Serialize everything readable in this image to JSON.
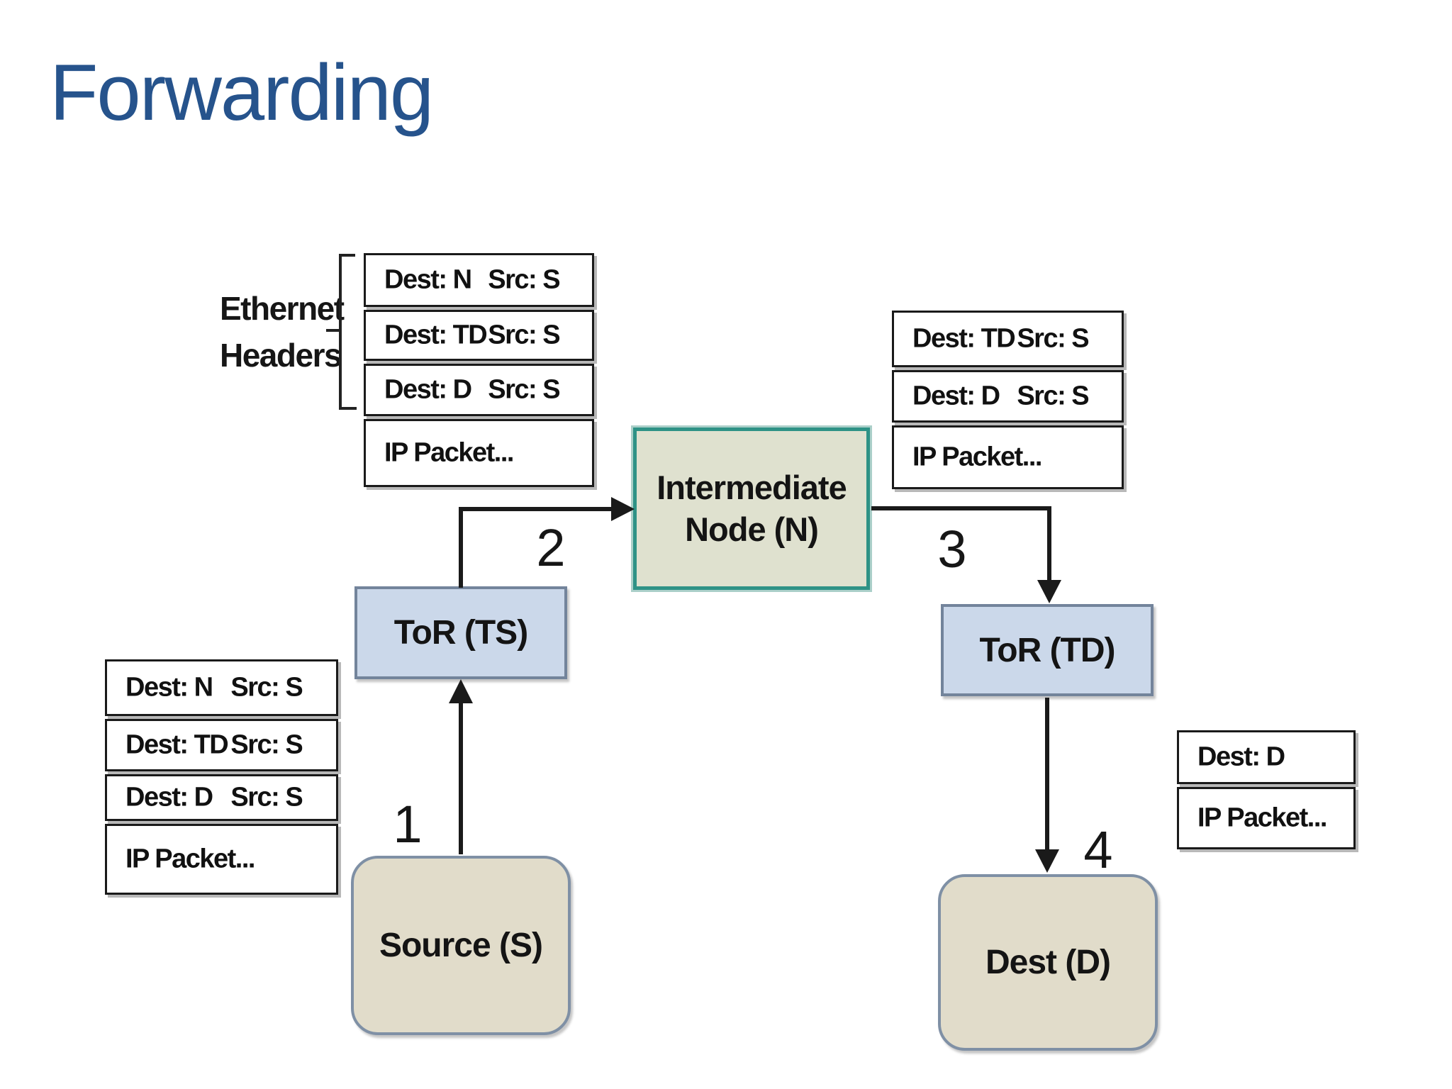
{
  "title": "Forwarding",
  "colors": {
    "title_blue": "#26538C",
    "tor_fill": "#CBD8EA",
    "tor_border": "#73849B",
    "host_fill": "#E1DCCA",
    "host_border": "#7F90A5",
    "intermediate_fill": "#DFE1CF",
    "intermediate_border": "#2E9286",
    "stack_border": "#1A1A1A",
    "arrow": "#1A1A1A"
  },
  "ethernet_headers_label": {
    "line1": "Ethernet",
    "line2": "Headers"
  },
  "nodes": {
    "intermediate": {
      "line1": "Intermediate",
      "line2": "Node (N)"
    },
    "tor_source": "ToR (TS)",
    "tor_dest": "ToR (TD)",
    "source": "Source (S)",
    "dest": "Dest (D)"
  },
  "steps": {
    "one": "1",
    "two": "2",
    "three": "3",
    "four": "4"
  },
  "packet_stacks": {
    "step1_packet": {
      "rows": [
        {
          "left": "Dest: N",
          "right": "Src: S"
        },
        {
          "left": "Dest: TD",
          "right": "Src: S"
        },
        {
          "left": "Dest: D",
          "right": "Src: S"
        },
        {
          "left": "IP Packet...",
          "right": ""
        }
      ]
    },
    "step2_packet": {
      "rows": [
        {
          "left": "Dest: N",
          "right": "Src: S"
        },
        {
          "left": "Dest: TD",
          "right": "Src: S"
        },
        {
          "left": "Dest: D",
          "right": "Src: S"
        },
        {
          "left": "IP Packet...",
          "right": ""
        }
      ]
    },
    "step3_packet": {
      "rows": [
        {
          "left": "Dest: TD",
          "right": "Src: S"
        },
        {
          "left": "Dest: D",
          "right": "Src: S"
        },
        {
          "left": "IP Packet...",
          "right": ""
        }
      ]
    },
    "step4_packet": {
      "rows": [
        {
          "left": "Dest: D",
          "right": ""
        },
        {
          "left": "IP Packet...",
          "right": ""
        }
      ]
    }
  }
}
